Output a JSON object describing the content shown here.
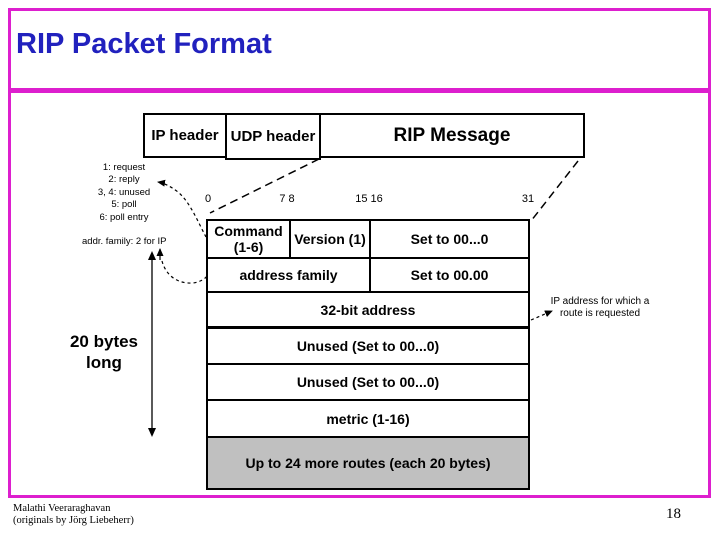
{
  "colors": {
    "accent_magenta": "#DD1FCE",
    "title_blue": "#2121BE",
    "gray_row": "#C0C0C0"
  },
  "slide": {
    "title": "RIP Packet Format",
    "page_number": "18",
    "footer": {
      "author": "Malathi Veeraraghavan",
      "credit": "(originals by Jörg Liebeherr)"
    }
  },
  "diagram": {
    "encapsulation": {
      "ip": "IP header",
      "udp": "UDP header",
      "rip": "RIP Message"
    },
    "bit_labels": [
      "0",
      "7 8",
      "15 16",
      "31"
    ],
    "table": {
      "row1": {
        "command": "Command (1-6)",
        "version": "Version (1)",
        "rest": "Set to 00...0"
      },
      "row2": {
        "family": "address family",
        "rest": "Set to 00.00"
      },
      "row3": "32-bit address",
      "row4": "Unused (Set to 00...0)",
      "row5": "Unused (Set to 00...0)",
      "row6": "metric (1-16)",
      "row7": "Up to 24 more routes (each 20 bytes)"
    },
    "annotations": {
      "command_codes": [
        "1: request",
        "2: reply",
        "3, 4: unused",
        "5: poll",
        "6: poll entry"
      ],
      "addr_family_note": "addr. family: 2 for IP",
      "length_note": "20 bytes long",
      "ip_address_note": "IP address for which a route is requested"
    }
  }
}
